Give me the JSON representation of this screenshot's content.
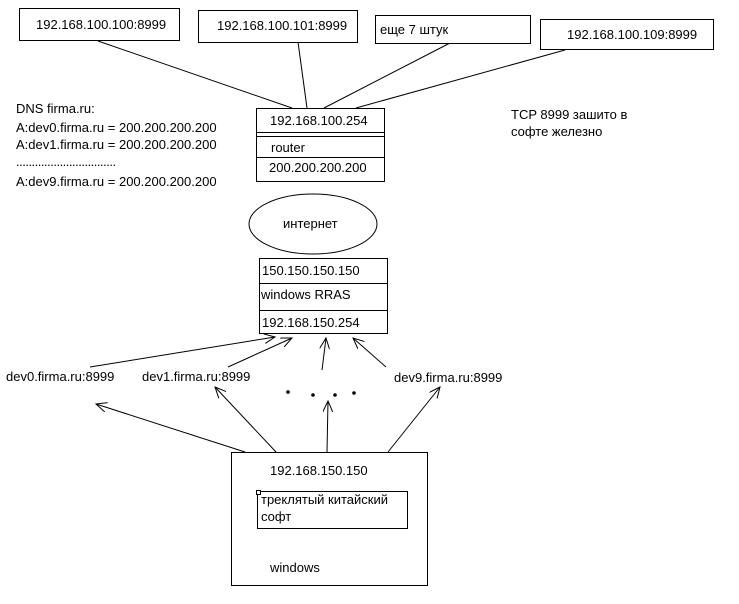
{
  "top_hosts": [
    {
      "label": "192.168.100.100:8999"
    },
    {
      "label": "192.168.100.101:8999"
    },
    {
      "label": "еще 7 штук"
    },
    {
      "label": "192.168.100.109:8999"
    }
  ],
  "router": {
    "lan_ip": "192.168.100.254",
    "name": "router",
    "wan_ip": "200.200.200.200"
  },
  "internet": {
    "label": "интернет"
  },
  "dns": {
    "title": "DNS firma.ru:",
    "records": [
      "A:dev0.firma.ru = 200.200.200.200",
      "A:dev1.firma.ru = 200.200.200.200",
      "................................",
      "A:dev9.firma.ru = 200.200.200.200"
    ]
  },
  "note": {
    "line1": "TCP 8999 зашито в",
    "line2": "софте железно"
  },
  "rras": {
    "wan_ip": "150.150.150.150",
    "name": "windows RRAS",
    "lan_ip": "192.168.150.254"
  },
  "targets": {
    "dev0": "dev0.firma.ru:8999",
    "dev1": "dev1.firma.ru:8999",
    "dev9": "dev9.firma.ru:8999"
  },
  "client": {
    "ip": "192.168.150.150",
    "software_line1": "треклятый китайский",
    "software_line2": "софт",
    "os": "windows"
  }
}
